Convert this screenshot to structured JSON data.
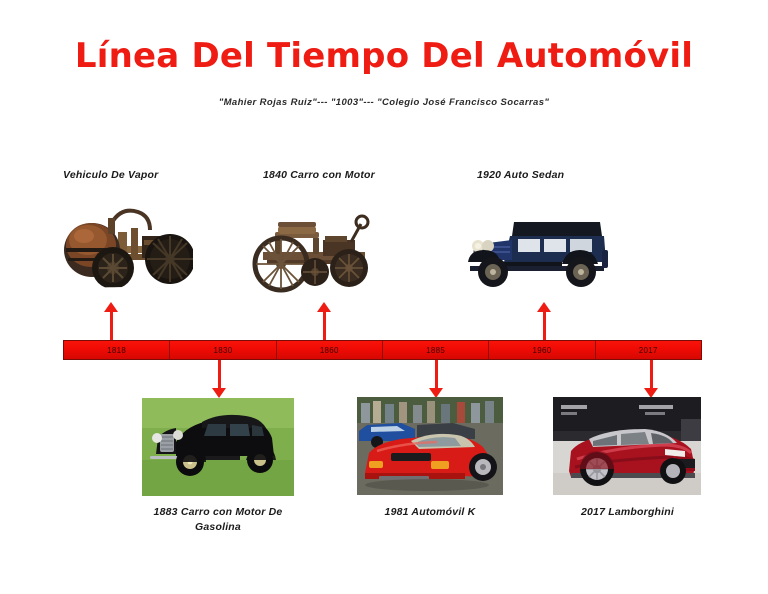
{
  "page": {
    "title": "Línea Del Tiempo Del Automóvil",
    "subtitle": "\"Mahier  Rojas Ruiz\"--- \"1003\"--- \"Colegio José Francisco  Socarras\""
  },
  "timeline": {
    "years": [
      "1818",
      "1830",
      "1860",
      "1885",
      "1960",
      "2017"
    ]
  },
  "entries_top": [
    {
      "label": "Vehiculo De Vapor",
      "year_index": 0,
      "image": "steam-vehicle-photo"
    },
    {
      "label": "1840 Carro con Motor",
      "year_index": 2,
      "image": "motor-carriage-photo"
    },
    {
      "label": "1920 Auto Sedan",
      "year_index": 4,
      "image": "sedan-1920-photo"
    }
  ],
  "entries_bottom": [
    {
      "label_line1": "1883 Carro con Motor De",
      "label_line2": "Gasolina",
      "year_index": 1,
      "image": "gasoline-car-photo"
    },
    {
      "label_line1": "1981 Automóvil K",
      "label_line2": "",
      "year_index": 3,
      "image": "ferrari-photo"
    },
    {
      "label_line1": "2017 Lamborghini",
      "label_line2": "",
      "year_index": 5,
      "image": "lamborghini-photo"
    }
  ],
  "colors": {
    "title_red": "#ee1c12",
    "bar_red": "#f40d06",
    "arrow_red": "#ee1c12",
    "text_black": "#1b1b1b"
  }
}
